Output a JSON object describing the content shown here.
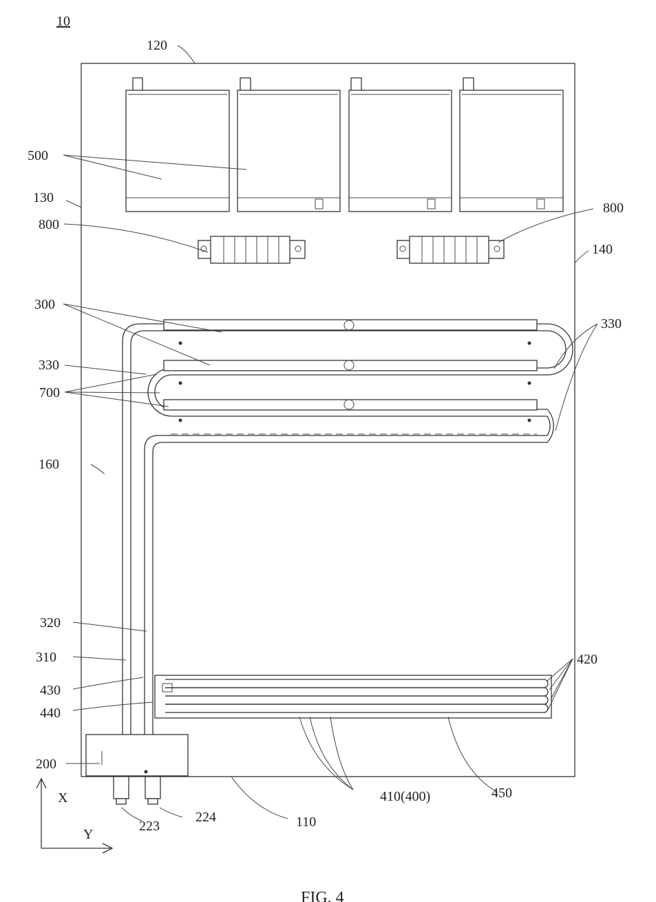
{
  "figure": {
    "caption": "FIG. 4",
    "ref_main": "10"
  },
  "labels": {
    "l120": "120",
    "l500": "500",
    "l130": "130",
    "l800_left": "800",
    "l800_right": "800",
    "l140": "140",
    "l300": "300",
    "l330_right": "330",
    "l330_left": "330",
    "l700": "700",
    "l160": "160",
    "l320": "320",
    "l310": "310",
    "l430": "430",
    "l440": "440",
    "l420": "420",
    "l200": "200",
    "l410": "410(400)",
    "l450": "450",
    "l223": "223",
    "l224": "224",
    "l110": "110"
  },
  "axes": {
    "x_label": "X",
    "y_label": "Y"
  }
}
